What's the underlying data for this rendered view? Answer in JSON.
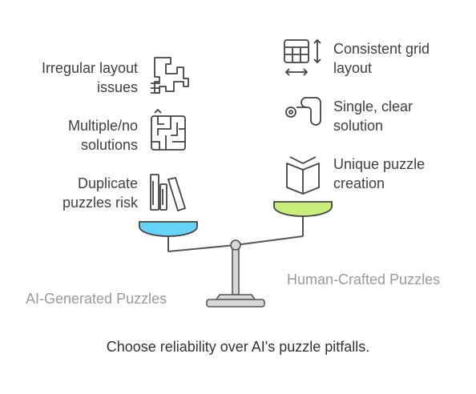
{
  "left_group": {
    "caption": "AI-Generated Puzzles",
    "items": [
      {
        "label_1": "Irregular layout",
        "label_2": "issues",
        "icon": "irregular-puzzle-icon"
      },
      {
        "label_1": "Multiple/no",
        "label_2": "solutions",
        "icon": "maze-icon"
      },
      {
        "label_1": "Duplicate",
        "label_2": "puzzles risk",
        "icon": "books-icon"
      }
    ],
    "pan_color": "#66d4f7"
  },
  "right_group": {
    "caption": "Human-Crafted Puzzles",
    "items": [
      {
        "label_1": "Consistent grid",
        "label_2": "layout",
        "icon": "grid-icon"
      },
      {
        "label_1": "Single, clear",
        "label_2": "solution",
        "icon": "path-icon"
      },
      {
        "label_1": "Unique puzzle",
        "label_2": "creation",
        "icon": "open-book-icon"
      }
    ],
    "pan_color": "#c6ee78"
  },
  "footer": "Choose reliability over AI's puzzle pitfalls."
}
